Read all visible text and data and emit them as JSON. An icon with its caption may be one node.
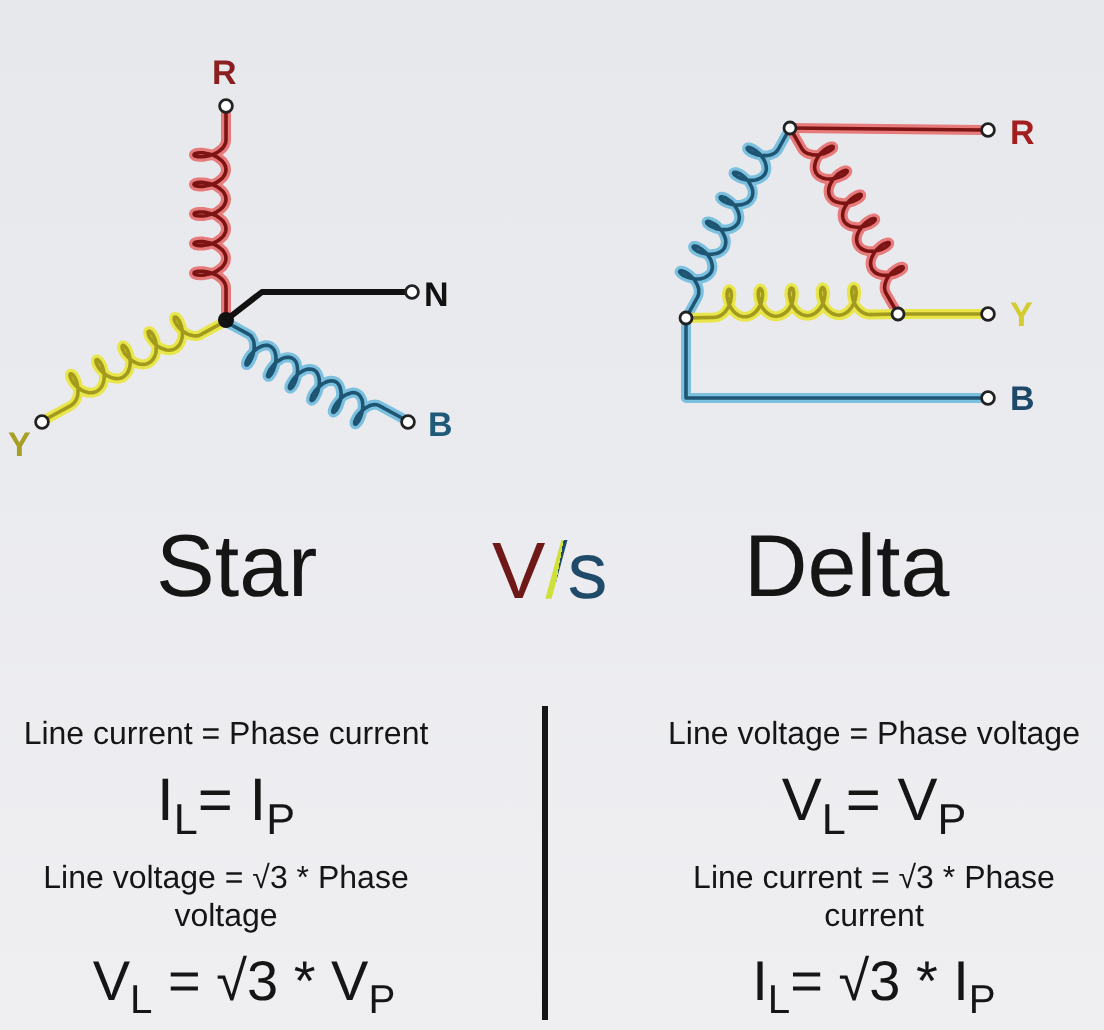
{
  "diagram": {
    "labels": [
      "R",
      "N",
      "B",
      "Y",
      "R",
      "Y",
      "B",
      "Star",
      "V/s",
      "Delta",
      "Line current = Phase current",
      "I$_{L}$= I$_{P}$",
      "Line voltage = √3 * Phase voltage",
      "V$_{L}$ = √3 * V$_{P}$",
      "Line voltage = Phase voltage",
      "V$_{L}$= V$_{P}$",
      "Line current = √3 * Phase current",
      "I$_{L}$= √3 * I$_{P}$"
    ]
  }
}
